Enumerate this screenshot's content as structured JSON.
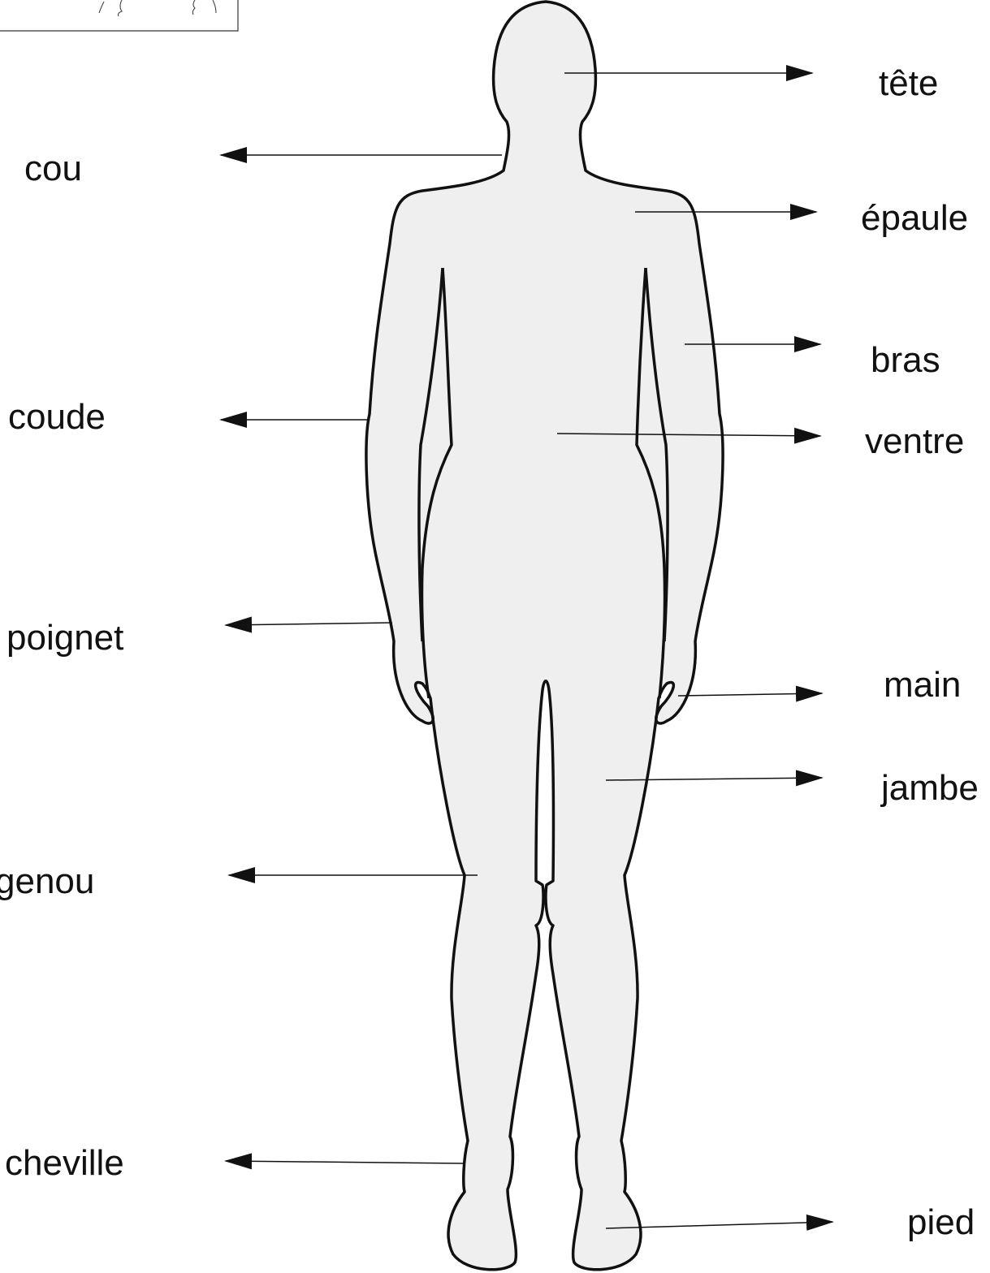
{
  "diagram": {
    "colors": {
      "body_fill": "#efefef",
      "outline": "#111111",
      "text": "#111111",
      "background": "#ffffff"
    },
    "labels": {
      "tete": "tête",
      "cou": "cou",
      "epaule": "épaule",
      "bras": "bras",
      "ventre": "ventre",
      "coude": "coude",
      "poignet": "poignet",
      "main": "main",
      "jambe": "jambe",
      "genou": "genou",
      "cheville": "cheville",
      "pied": "pied"
    }
  }
}
